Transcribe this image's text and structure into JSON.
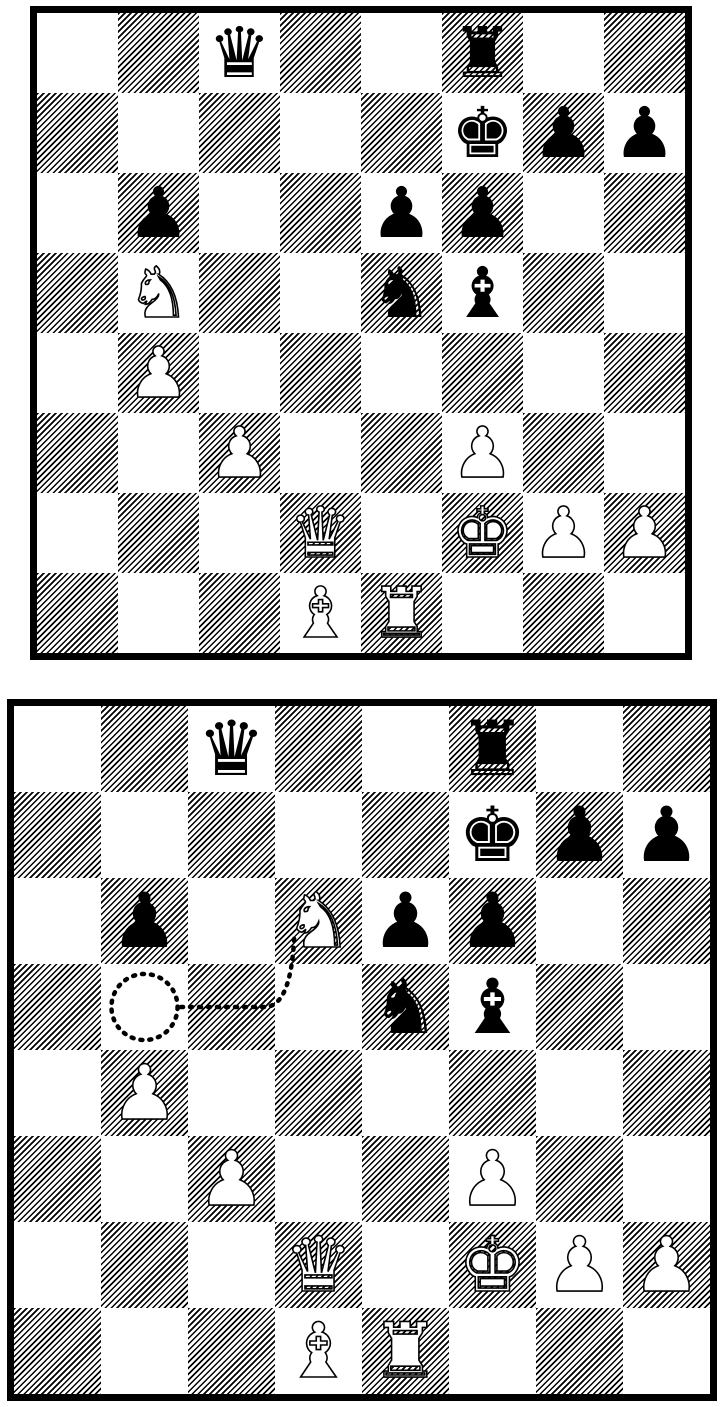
{
  "boards": [
    {
      "id": "before",
      "pieces": [
        {
          "sq": "c8",
          "glyph": "♛",
          "color": "black",
          "name": "black-queen-icon"
        },
        {
          "sq": "f8",
          "glyph": "♜",
          "color": "black",
          "name": "black-rook-icon"
        },
        {
          "sq": "f7",
          "glyph": "♚",
          "color": "black",
          "name": "black-king-icon"
        },
        {
          "sq": "g7",
          "glyph": "♟",
          "color": "black",
          "name": "black-pawn-icon"
        },
        {
          "sq": "h7",
          "glyph": "♟",
          "color": "black",
          "name": "black-pawn-icon"
        },
        {
          "sq": "b6",
          "glyph": "♟",
          "color": "black",
          "name": "black-pawn-icon"
        },
        {
          "sq": "e6",
          "glyph": "♟",
          "color": "black",
          "name": "black-pawn-icon"
        },
        {
          "sq": "f6",
          "glyph": "♟",
          "color": "black",
          "name": "black-pawn-icon"
        },
        {
          "sq": "b5",
          "glyph": "♞",
          "color": "white",
          "name": "white-knight-icon"
        },
        {
          "sq": "e5",
          "glyph": "♞",
          "color": "black",
          "name": "black-knight-icon"
        },
        {
          "sq": "f5",
          "glyph": "♝",
          "color": "black",
          "name": "black-bishop-icon"
        },
        {
          "sq": "b4",
          "glyph": "♟",
          "color": "white",
          "name": "white-pawn-icon"
        },
        {
          "sq": "c3",
          "glyph": "♟",
          "color": "white",
          "name": "white-pawn-icon"
        },
        {
          "sq": "f3",
          "glyph": "♟",
          "color": "white",
          "name": "white-pawn-icon"
        },
        {
          "sq": "d2",
          "glyph": "♛",
          "color": "white",
          "name": "white-queen-icon"
        },
        {
          "sq": "f2",
          "glyph": "♚",
          "color": "white",
          "name": "white-king-icon"
        },
        {
          "sq": "g2",
          "glyph": "♟",
          "color": "white",
          "name": "white-pawn-icon"
        },
        {
          "sq": "h2",
          "glyph": "♟",
          "color": "white",
          "name": "white-pawn-icon"
        },
        {
          "sq": "d1",
          "glyph": "♝",
          "color": "white",
          "name": "white-bishop-icon"
        },
        {
          "sq": "e1",
          "glyph": "♜",
          "color": "white",
          "name": "white-rook-icon"
        }
      ]
    },
    {
      "id": "after",
      "pieces": [
        {
          "sq": "c8",
          "glyph": "♛",
          "color": "black",
          "name": "black-queen-icon"
        },
        {
          "sq": "f8",
          "glyph": "♜",
          "color": "black",
          "name": "black-rook-icon"
        },
        {
          "sq": "f7",
          "glyph": "♚",
          "color": "black",
          "name": "black-king-icon"
        },
        {
          "sq": "g7",
          "glyph": "♟",
          "color": "black",
          "name": "black-pawn-icon"
        },
        {
          "sq": "h7",
          "glyph": "♟",
          "color": "black",
          "name": "black-pawn-icon"
        },
        {
          "sq": "b6",
          "glyph": "♟",
          "color": "black",
          "name": "black-pawn-icon"
        },
        {
          "sq": "d6",
          "glyph": "♞",
          "color": "white",
          "name": "white-knight-icon"
        },
        {
          "sq": "e6",
          "glyph": "♟",
          "color": "black",
          "name": "black-pawn-icon"
        },
        {
          "sq": "f6",
          "glyph": "♟",
          "color": "black",
          "name": "black-pawn-icon"
        },
        {
          "sq": "e5",
          "glyph": "♞",
          "color": "black",
          "name": "black-knight-icon"
        },
        {
          "sq": "f5",
          "glyph": "♝",
          "color": "black",
          "name": "black-bishop-icon"
        },
        {
          "sq": "b4",
          "glyph": "♟",
          "color": "white",
          "name": "white-pawn-icon"
        },
        {
          "sq": "c3",
          "glyph": "♟",
          "color": "white",
          "name": "white-pawn-icon"
        },
        {
          "sq": "f3",
          "glyph": "♟",
          "color": "white",
          "name": "white-pawn-icon"
        },
        {
          "sq": "d2",
          "glyph": "♛",
          "color": "white",
          "name": "white-queen-icon"
        },
        {
          "sq": "f2",
          "glyph": "♚",
          "color": "white",
          "name": "white-king-icon"
        },
        {
          "sq": "g2",
          "glyph": "♟",
          "color": "white",
          "name": "white-pawn-icon"
        },
        {
          "sq": "h2",
          "glyph": "♟",
          "color": "white",
          "name": "white-pawn-icon"
        },
        {
          "sq": "d1",
          "glyph": "♝",
          "color": "white",
          "name": "white-bishop-icon"
        },
        {
          "sq": "e1",
          "glyph": "♜",
          "color": "white",
          "name": "white-rook-icon"
        }
      ],
      "move": {
        "from": "b5",
        "to": "d6",
        "piece": "knight"
      }
    }
  ]
}
